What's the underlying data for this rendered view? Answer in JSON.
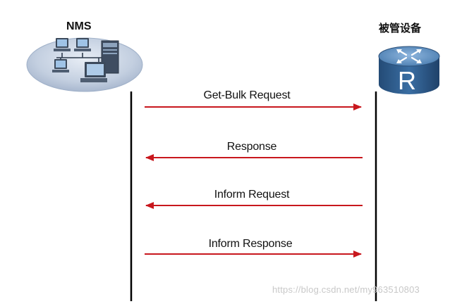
{
  "left_entity": {
    "label": "NMS",
    "icon": "network-management-station-icon"
  },
  "right_entity": {
    "label": "被管设备",
    "icon": "router-icon",
    "icon_text": "R"
  },
  "messages": [
    {
      "label": "Get-Bulk Request",
      "direction": "right"
    },
    {
      "label": "Response",
      "direction": "left"
    },
    {
      "label": "Inform Request",
      "direction": "left"
    },
    {
      "label": "Inform Response",
      "direction": "right"
    }
  ],
  "watermark": "https://blog.csdn.net/my963510803",
  "colors": {
    "arrow": "#c8171d",
    "lifeline": "#000000",
    "router_body": "#2f5e8e",
    "router_top": "#5b8fc0",
    "nms_platform": "#c9d4e4"
  }
}
